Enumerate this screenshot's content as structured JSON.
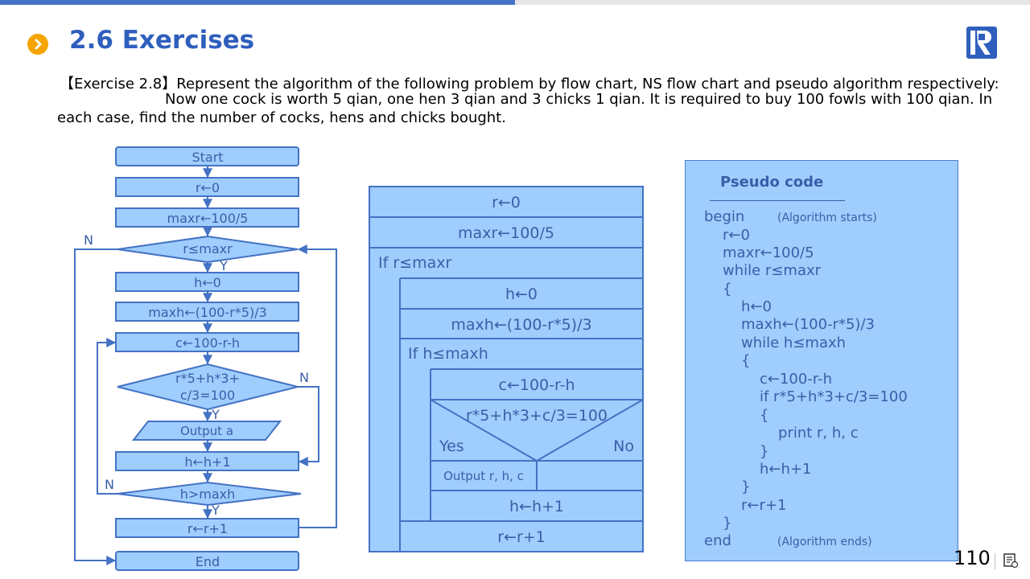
{
  "header": {
    "title": "2.6 Exercises",
    "logo_letter": "R",
    "accent_colors": {
      "top_bar": "#4472c4",
      "title": "#2e5fbd",
      "bullet": "#f5a400",
      "box_fill": "#9fcdfd",
      "ink": "#3a5ea8"
    }
  },
  "question": {
    "line1": "【Exercise 2.8】Represent the algorithm of the following problem by flow chart, NS flow chart and pseudo algorithm respectively:",
    "line2": "Now one cock is worth 5 qian, one hen 3 qian and 3 chicks 1 qian. It is required to buy 100 fowls with 100 qian. In",
    "line3": "each case, find the number of cocks, hens and chicks bought."
  },
  "flowchart": {
    "start": "Start",
    "r_init": "r←0",
    "maxr": "maxr←100/5",
    "cond_r_label": "r≤maxr",
    "h_init": "h←0",
    "maxh": "maxh←(100-r*5)/3",
    "c_calc": "c←100-r-h",
    "cond_sum_line1": "r*5+h*3+",
    "cond_sum_line2": "c/3=100",
    "output": "Output a",
    "h_inc": "h←h+1",
    "cond_h_label": "h>maxh",
    "r_inc": "r←r+1",
    "end": "End",
    "yes": "Y",
    "no": "N"
  },
  "ns_chart": {
    "r_init": "r←0",
    "maxr": "maxr←100/5",
    "if_r": "If r≤maxr",
    "h_init": "h←0",
    "maxh": "maxh←(100-r*5)/3",
    "if_h": "If h≤maxh",
    "c_calc": "c←100-r-h",
    "condition": "r*5+h*3+c/3=100",
    "yes": "Yes",
    "no": "No",
    "output": "Output r, h, c",
    "h_inc": "h←h+1",
    "r_inc": "r←r+1"
  },
  "pseudo": {
    "title": "Pseudo code",
    "begin": "begin",
    "begin_note": "(Algorithm starts)",
    "lines": [
      "r←0",
      "maxr←100/5",
      "while r≤maxr",
      "{",
      "h←0",
      "maxh←(100-r*5)/3",
      "while h≤maxh",
      "{",
      "c←100-r-h",
      "if r*5+h*3+c/3=100",
      "{",
      "print r, h, c",
      "}",
      "h←h+1",
      "}",
      "r←r+1",
      "}"
    ],
    "end": "end",
    "end_note": "(Algorithm ends)"
  },
  "footer": {
    "page_number": "110"
  }
}
